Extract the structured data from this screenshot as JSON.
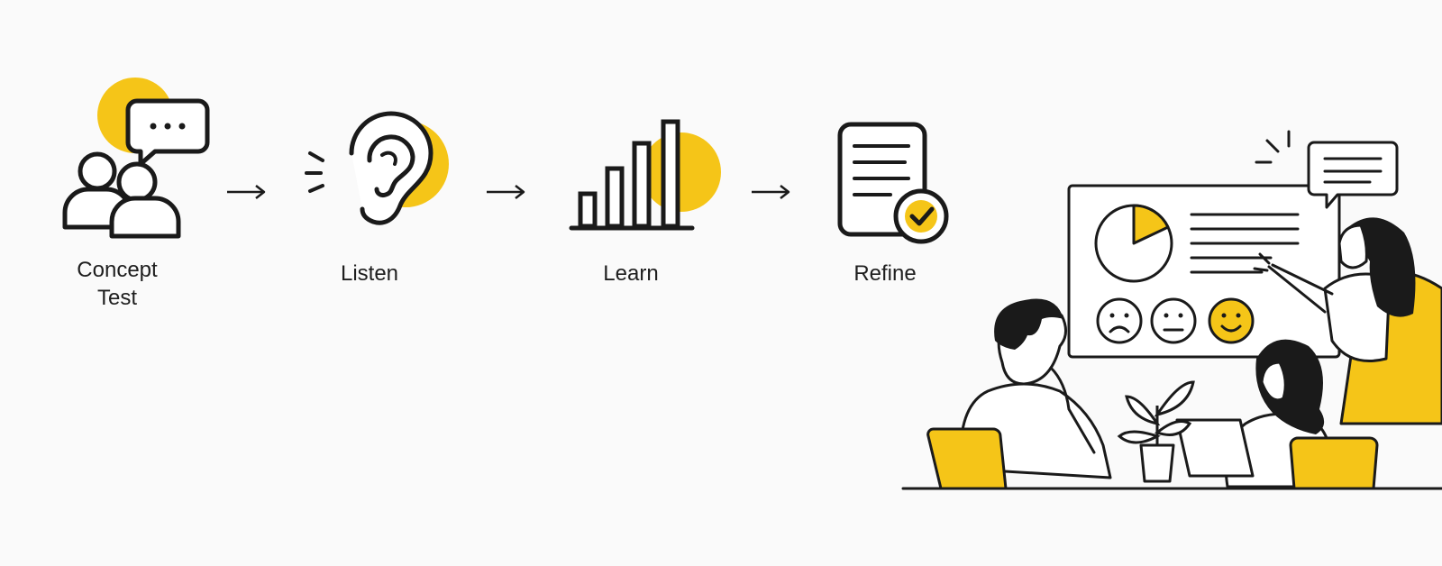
{
  "colors": {
    "accent": "#f5c518",
    "ink": "#1a1a1a",
    "background": "#fafafa"
  },
  "steps": [
    {
      "label": "Concept\nTest",
      "icon": "people-speech-bubble-icon"
    },
    {
      "label": "Listen",
      "icon": "ear-icon"
    },
    {
      "label": "Learn",
      "icon": "bar-chart-icon"
    },
    {
      "label": "Refine",
      "icon": "document-checkmark-icon"
    }
  ],
  "illustration": {
    "name": "team-review-meeting-illustration",
    "feedback_faces": [
      "sad-face-icon",
      "neutral-face-icon",
      "happy-face-icon"
    ]
  }
}
